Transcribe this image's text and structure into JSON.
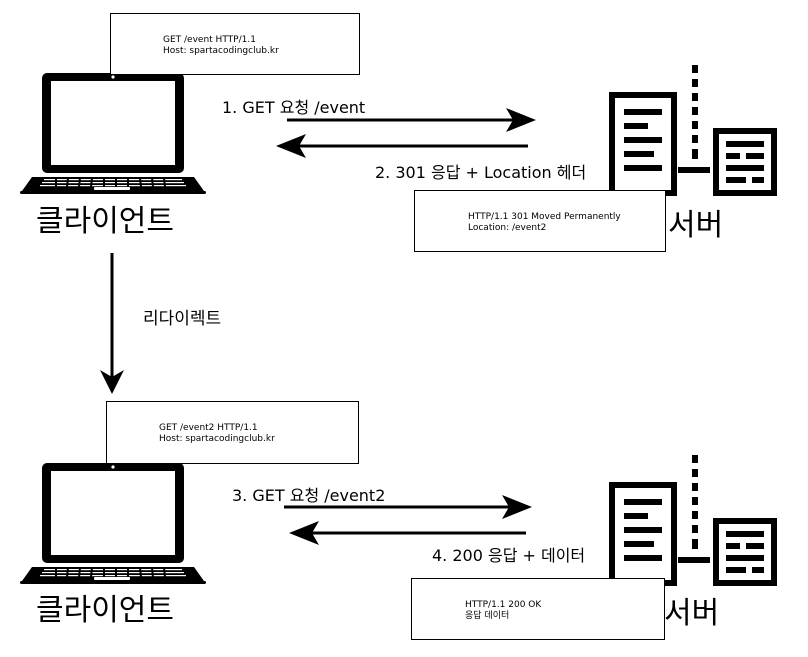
{
  "exchange1": {
    "request_box": {
      "line1": "GET /event HTTP/1.1",
      "line2": "Host: spartacodingclub.kr"
    },
    "request_label": "1. GET 요청 /event",
    "response_label": "2. 301 응답 + Location 헤더",
    "response_box": {
      "line1": "HTTP/1.1 301 Moved Permanently",
      "line2": "Location: /event2"
    },
    "client_label": "클라이언트",
    "server_label": "서버"
  },
  "redirect_label": "리다이렉트",
  "exchange2": {
    "request_box": {
      "line1": "GET /event2 HTTP/1.1",
      "line2": "Host: spartacodingclub.kr"
    },
    "request_label": "3. GET 요청 /event2",
    "response_label": "4. 200 응답 + 데이터",
    "response_box": {
      "line1": "HTTP/1.1 200 OK",
      "line2": "응답 데이터"
    },
    "client_label": "클라이언트",
    "server_label": "서버"
  },
  "icons": {
    "client": "laptop-icon",
    "server": "server-icon"
  },
  "colors": {
    "ink": "#000000",
    "background": "#ffffff"
  }
}
